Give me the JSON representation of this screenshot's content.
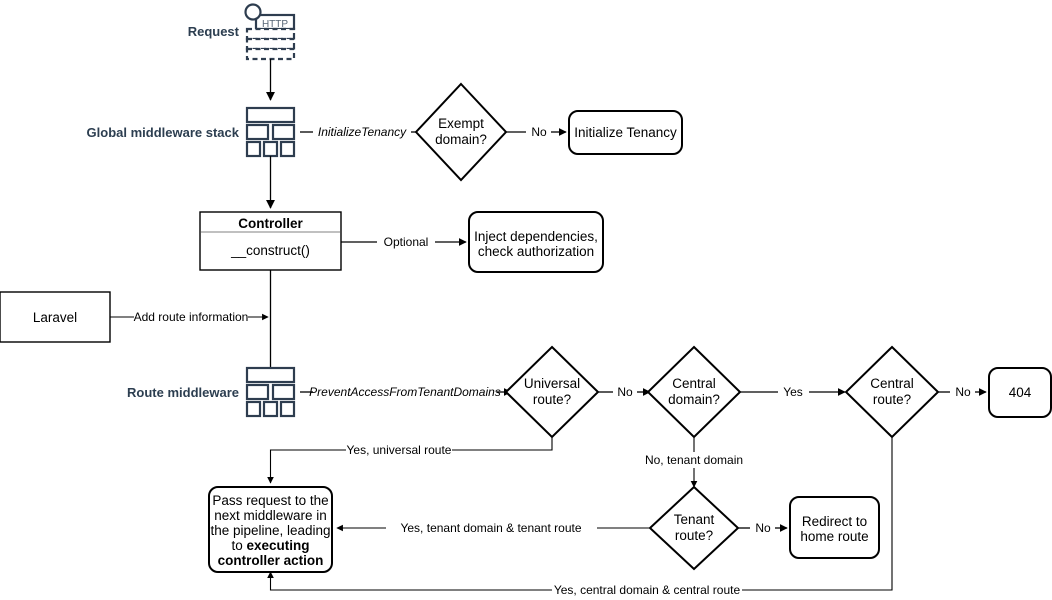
{
  "diagram": {
    "title": "Laravel multi-tenancy request lifecycle flowchart",
    "type": "flowchart"
  },
  "labels": {
    "request": "Request",
    "http_icon_text": "HTTP",
    "global_middleware_stack": "Global middleware stack",
    "route_middleware": "Route middleware"
  },
  "nodes": {
    "exempt_domain": "Exempt\ndomain?",
    "exempt_domain_line1": "Exempt",
    "exempt_domain_line2": "domain?",
    "initialize_tenancy": "Initialize Tenancy",
    "controller_title": "Controller",
    "controller_method": "__construct()",
    "inject_line1": "Inject dependencies,",
    "inject_line2": "check authorization",
    "laravel": "Laravel",
    "universal_route_line1": "Universal",
    "universal_route_line2": "route?",
    "central_domain_line1": "Central",
    "central_domain_line2": "domain?",
    "central_route_line1": "Central",
    "central_route_line2": "route?",
    "not_found": "404",
    "tenant_route_line1": "Tenant",
    "tenant_route_line2": "route?",
    "redirect_line1": "Redirect to",
    "redirect_line2": "home route",
    "pass_request_line1": "Pass request to the",
    "pass_request_line2": "next middleware in",
    "pass_request_line3": "the pipeline, leading",
    "pass_request_line4_prefix": "to ",
    "pass_request_line4_bold": "executing",
    "pass_request_line5_bold": "controller action"
  },
  "edges": {
    "initialize_tenancy_mw": "InitializeTenancy",
    "exempt_no": "No",
    "optional": "Optional",
    "add_route_information": "Add route information",
    "prevent_access": "PreventAccessFromTenantDomains",
    "universal_no": "No",
    "central_domain_yes": "Yes",
    "central_route_no": "No",
    "yes_universal_route": "Yes, universal route",
    "no_tenant_domain": "No, tenant domain",
    "tenant_route_no": "No",
    "yes_tenant_domain_tenant_route": "Yes, tenant domain & tenant route",
    "yes_central_domain_central_route": "Yes, central domain & central route"
  },
  "colors": {
    "stroke": "#000000",
    "icon": "#2e3d4f",
    "stack_label": "#2c3e50",
    "background": "#ffffff",
    "divider": "#9a9a9a"
  }
}
